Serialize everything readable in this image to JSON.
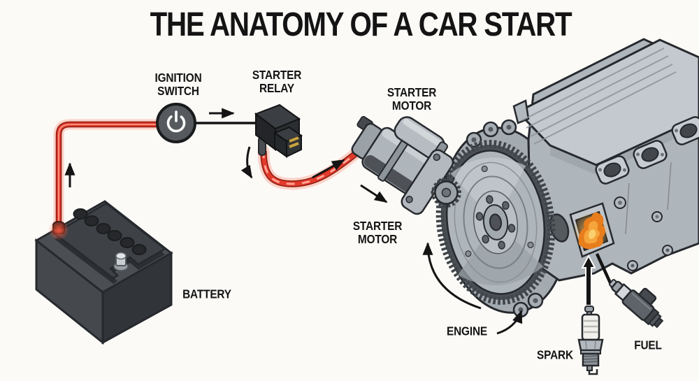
{
  "title": "THE ANATOMY OF A CAR START",
  "labels": {
    "ignition_switch": "IGNITION\nSWITCH",
    "starter_relay": "STARTER\nRELAY",
    "starter_motor_top": "STARTER\nMOTOR",
    "starter_motor_side": "STARTER\nMOTOR",
    "battery": "BATTERY",
    "engine": "ENGINE",
    "spark": "SPARK",
    "fuel": "FUEL"
  },
  "icons": {
    "ignition_switch": "power-icon",
    "battery": "car-battery-icon",
    "starter_relay": "relay-icon",
    "starter_motor": "starter-motor-icon",
    "flywheel": "flywheel-ring-gear-icon",
    "engine": "engine-block-icon",
    "combustion": "flame-icon",
    "spark": "spark-plug-icon",
    "fuel": "fuel-injector-icon",
    "flow_arrows": "arrow-icon"
  },
  "colors": {
    "background": "#fbfaf7",
    "ink": "#141414",
    "wire_red": "#e23a2b",
    "wire_dark": "#8c1d10",
    "wire_glow": "#ff6a50",
    "wire_light": "#ffa494",
    "flame_deep": "#e87d1c",
    "flame_mid": "#f5a53b",
    "flame_light": "#fbcf6e",
    "metal_light": "#cdd2d6",
    "metal_mid": "#aeb5bb",
    "metal": "#9aa1a7",
    "metal_dark": "#6d7378",
    "metal_deep": "#4e5256",
    "outline": "#26292d",
    "batt_top": "#4b4e52",
    "batt_left": "#45484c",
    "batt_right": "#313438",
    "batt_deck": "#3e4145",
    "batt_cap": "#26282b",
    "relay_top": "#3b3e42",
    "relay_body": "#232528",
    "pin_gold": "#c9a23e",
    "ceramic": "#f2f1ed"
  }
}
